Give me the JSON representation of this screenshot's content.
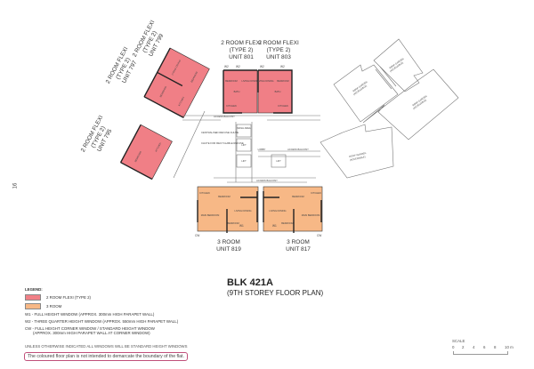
{
  "page_number": "16",
  "title": "BLK 421A",
  "subtitle": "(9TH STOREY FLOOR PLAN)",
  "legend": {
    "heading": "LEGEND:",
    "items": [
      {
        "label": "2 ROOM FLEXI (TYPE 2)",
        "color": "#f07f86"
      },
      {
        "label": "3 ROOM",
        "color": "#f7b886"
      }
    ],
    "windows": [
      "W1 - FULL HEIGHT WINDOW (APPROX. 300mm HIGH PARAPET WALL)",
      "W2 - THREE QUARTER HEIGHT WINDOW (APPROX. 550mm HIGH PARAPET WALL)",
      "CW - FULL HEIGHT CORNER WINDOW / STANDARD HEIGHT WINDOW",
      "(APPROX. 300mm HIGH PARAPET WALL AT CORNER WINDOW)"
    ]
  },
  "notes": {
    "windows": "UNLESS OTHERWISE INDICATED ALL WINDOWS WILL BE STANDARD HEIGHT WINDOWS",
    "disclaimer": "The coloured floor plan is not intended to demarcate the boundary of the flat."
  },
  "scale": {
    "label": "SCALE",
    "ticks": [
      "0",
      "2",
      "4",
      "6",
      "8",
      "10 m"
    ]
  },
  "units": {
    "u801": [
      "2 ROOM FLEXI",
      "(TYPE 2)",
      "UNIT 801"
    ],
    "u803": [
      "2 ROOM FLEXI",
      "(TYPE 2)",
      "UNIT 803"
    ],
    "u799": [
      "2 ROOM FLEXI",
      "(TYPE 2)",
      "UNIT 799"
    ],
    "u797": [
      "2 ROOM FLEXI",
      "(TYPE 2)",
      "UNIT 797"
    ],
    "u795": [
      "2 ROOM FLEXI",
      "(TYPE 2)",
      "UNIT 795"
    ],
    "u819": [
      "3 ROOM",
      "UNIT 819"
    ],
    "u817": [
      "3 ROOM",
      "UNIT 817"
    ]
  },
  "rooms": {
    "bedroom": "BEDROOM",
    "main_bedroom": "MAIN BEDROOM",
    "living": "LIVING/ DINING",
    "kitchen": "KITCHEN",
    "bath": "BATH",
    "wash": "WASH AREA",
    "lift": "LIFT",
    "lobby": "LOBBY",
    "access_balcony": "ACCESS BALCONY",
    "refuse_chute": "CENTRALISED REFUSE CHUTE",
    "recycle_chute": "CHUTE FOR RECYCLABLE REFUSE",
    "roof_garden": "ROOF GARDEN",
    "accessible": "(ACCESSIBLE)"
  },
  "window_tags": {
    "w1": "W1",
    "w2": "W2",
    "cw": "CW"
  }
}
